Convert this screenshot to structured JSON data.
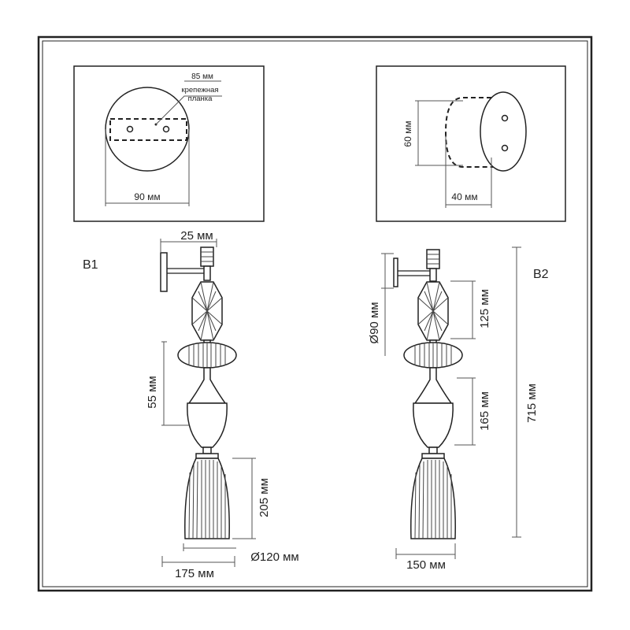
{
  "view_b1_label": "B1",
  "view_b2_label": "B2",
  "plate": {
    "note_size": "85 мм",
    "note_line1": "крепежная",
    "note_line2": "планка",
    "width": "90 мм"
  },
  "side": {
    "height": "60 мм",
    "depth": "40 мм"
  },
  "b1": {
    "arm": "25 мм",
    "neck": "55 мм",
    "shade": "205 мм",
    "shade_diameter": "Ø120 мм",
    "projection": "175 мм"
  },
  "b2": {
    "disc_diameter": "Ø90 мм",
    "crystal": "125 мм",
    "vase": "165 мм",
    "total": "715 мм",
    "width": "150 мм"
  },
  "colors": {
    "line": "#222222",
    "dim": "#555555",
    "background": "#ffffff"
  }
}
